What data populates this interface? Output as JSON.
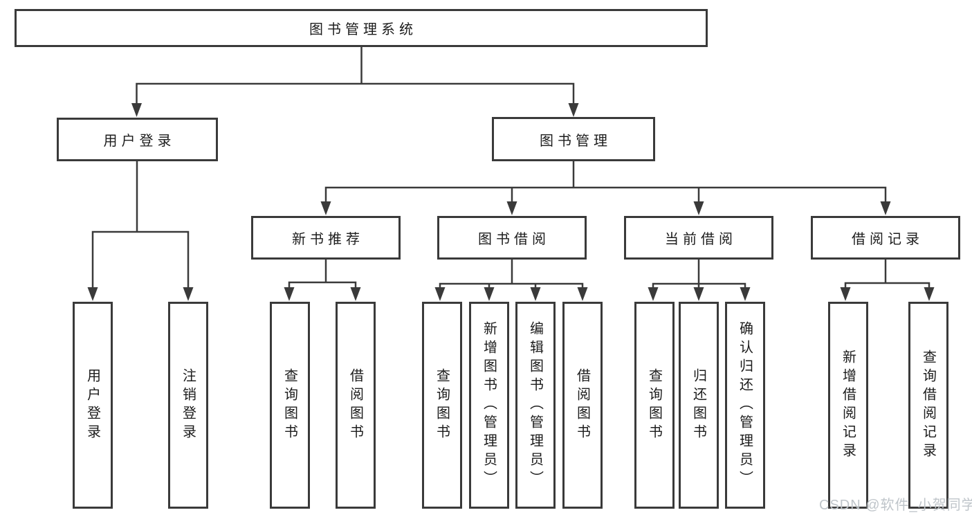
{
  "tree": {
    "label": "图书管理系统",
    "children": [
      {
        "label": "用户登录",
        "children": [
          {
            "label": "用户登录"
          },
          {
            "label": "注销登录"
          }
        ]
      },
      {
        "label": "图书管理",
        "children": [
          {
            "label": "新书推荐",
            "children": [
              {
                "label": "查询图书"
              },
              {
                "label": "借阅图书"
              }
            ]
          },
          {
            "label": "图书借阅",
            "children": [
              {
                "label": "查询图书"
              },
              {
                "label": "新增图书（管理员）"
              },
              {
                "label": "编辑图书（管理员）"
              },
              {
                "label": "借阅图书"
              }
            ]
          },
          {
            "label": "当前借阅",
            "children": [
              {
                "label": "查询图书"
              },
              {
                "label": "归还图书"
              },
              {
                "label": "确认归还（管理员）"
              }
            ]
          },
          {
            "label": "借阅记录",
            "children": [
              {
                "label": "新增借阅记录"
              },
              {
                "label": "查询借阅记录"
              }
            ]
          }
        ]
      }
    ]
  },
  "watermark": {
    "text": "CSDN @软件_小贺同学"
  },
  "colors": {
    "line": "#3a3a3a",
    "text": "#1c1c1c",
    "watermark": "#bfc5ca",
    "background": "#ffffff"
  }
}
